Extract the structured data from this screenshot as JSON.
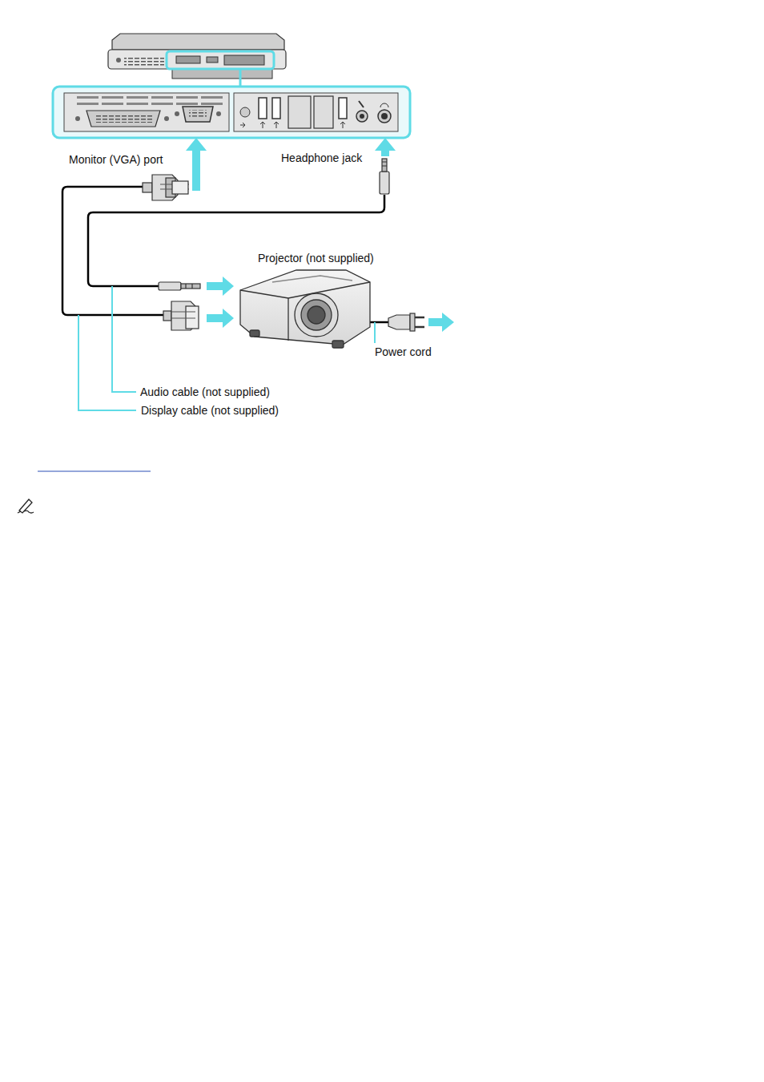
{
  "diagram": {
    "labels": [
      "Monitor (VGA) port",
      "Headphone jack",
      "Projector (not supplied)",
      "Power cord",
      "Audio cable (not supplied)",
      "Display cable (not supplied)"
    ]
  }
}
